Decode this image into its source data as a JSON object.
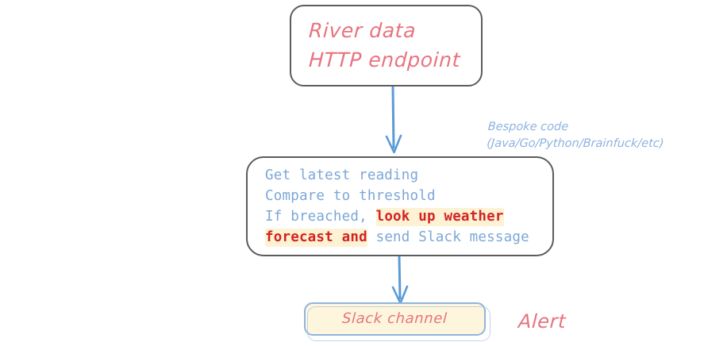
{
  "diagram": {
    "title": "Bespoke code river alert flow",
    "background": "#ffffff",
    "colors": {
      "node_stroke": "#5c5c5c",
      "handwriting": "#e8737f",
      "code_blue": "#7ba7d7",
      "highlight_text": "#d32323",
      "highlight_bg": "#fdf2d3",
      "arrow": "#5b9bd5",
      "annotation": "#8cb3e0",
      "slack_fill": "#fdf6dc",
      "slack_stroke": "#8fb4de"
    }
  },
  "nodes": {
    "source": {
      "name": "River data HTTP endpoint",
      "line1": "River data",
      "line2": "HTTP endpoint"
    },
    "code": {
      "name": "Bespoke code block",
      "line1": "Get latest reading",
      "line2": "Compare to threshold",
      "line3_plain_a": "If breached, ",
      "line3_highlight": "look up weather",
      "line4_highlight": "forecast and",
      "line4_plain_b": " send Slack message"
    },
    "slack": {
      "label": "Slack channel"
    }
  },
  "annotations": {
    "bespoke_line1": "Bespoke code",
    "bespoke_line2": "(Java/Go/Python/Brainfuck/etc)",
    "alert": "Alert"
  },
  "edges": [
    {
      "name": "source-to-code",
      "from": "source",
      "to": "code",
      "label": ""
    },
    {
      "name": "code-to-slack",
      "from": "code",
      "to": "slack",
      "label": ""
    }
  ]
}
